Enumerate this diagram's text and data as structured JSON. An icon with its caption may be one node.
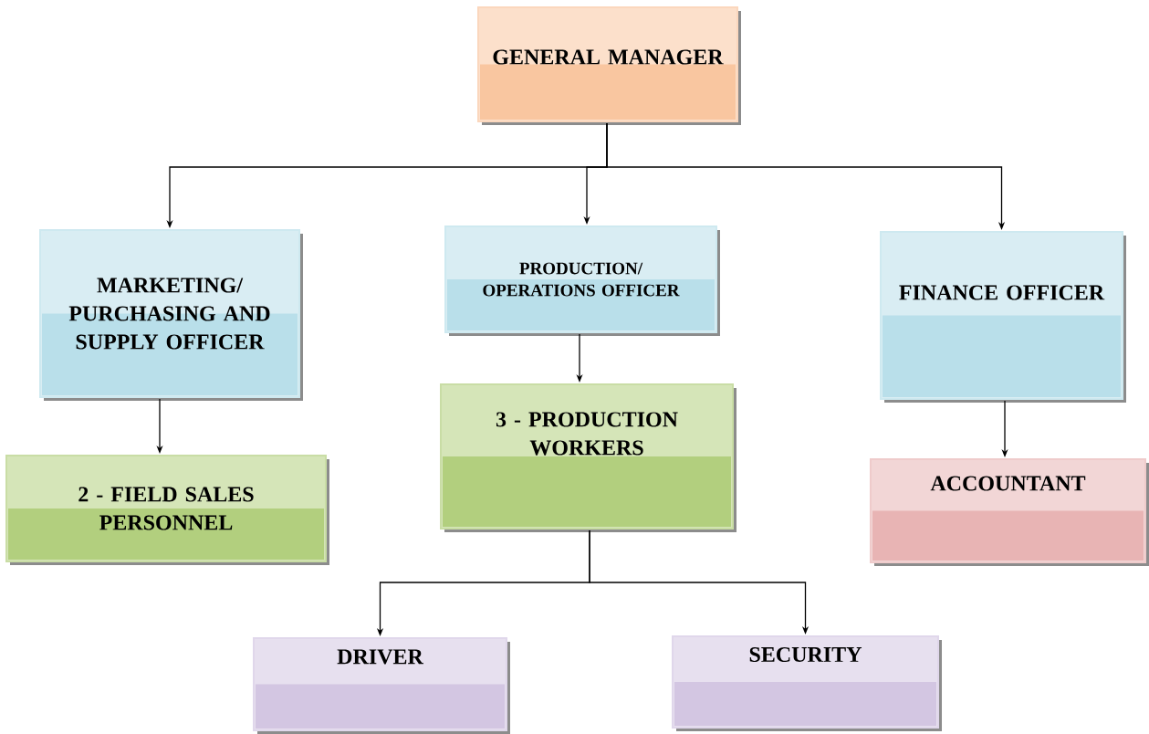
{
  "diagram": {
    "nodes": [
      {
        "text": [
          "GENERAL MANAGER"
        ]
      },
      {
        "text": [
          "MARKETING/ PURCHASING AND SUPPLY OFFICER"
        ]
      },
      {
        "text": [
          "PRODUCTION/ OPERATIONS OFFICER"
        ]
      },
      {
        "text": [
          "FINANCE OFFICER"
        ]
      },
      {
        "text": [
          "2 - FIELD SALES PERSONNEL"
        ]
      },
      {
        "text": [
          "3 - PRODUCTION WORKERS"
        ]
      },
      {
        "text": [
          "ACCOUNTANT"
        ]
      },
      {
        "text": [
          "DRIVER"
        ]
      },
      {
        "text": [
          "SECURITY"
        ]
      }
    ],
    "edges": [
      {
        "from": 0,
        "to": 1,
        "arrow": "to"
      },
      {
        "from": 0,
        "to": 2,
        "arrow": "to"
      },
      {
        "from": 0,
        "to": 3,
        "arrow": "to"
      },
      {
        "from": 1,
        "to": 4,
        "arrow": "to"
      },
      {
        "from": 2,
        "to": 5,
        "arrow": "to"
      },
      {
        "from": 3,
        "to": 6,
        "arrow": "to"
      },
      {
        "from": 5,
        "to": 7,
        "arrow": "to"
      },
      {
        "from": 5,
        "to": 8,
        "arrow": "to"
      }
    ]
  }
}
